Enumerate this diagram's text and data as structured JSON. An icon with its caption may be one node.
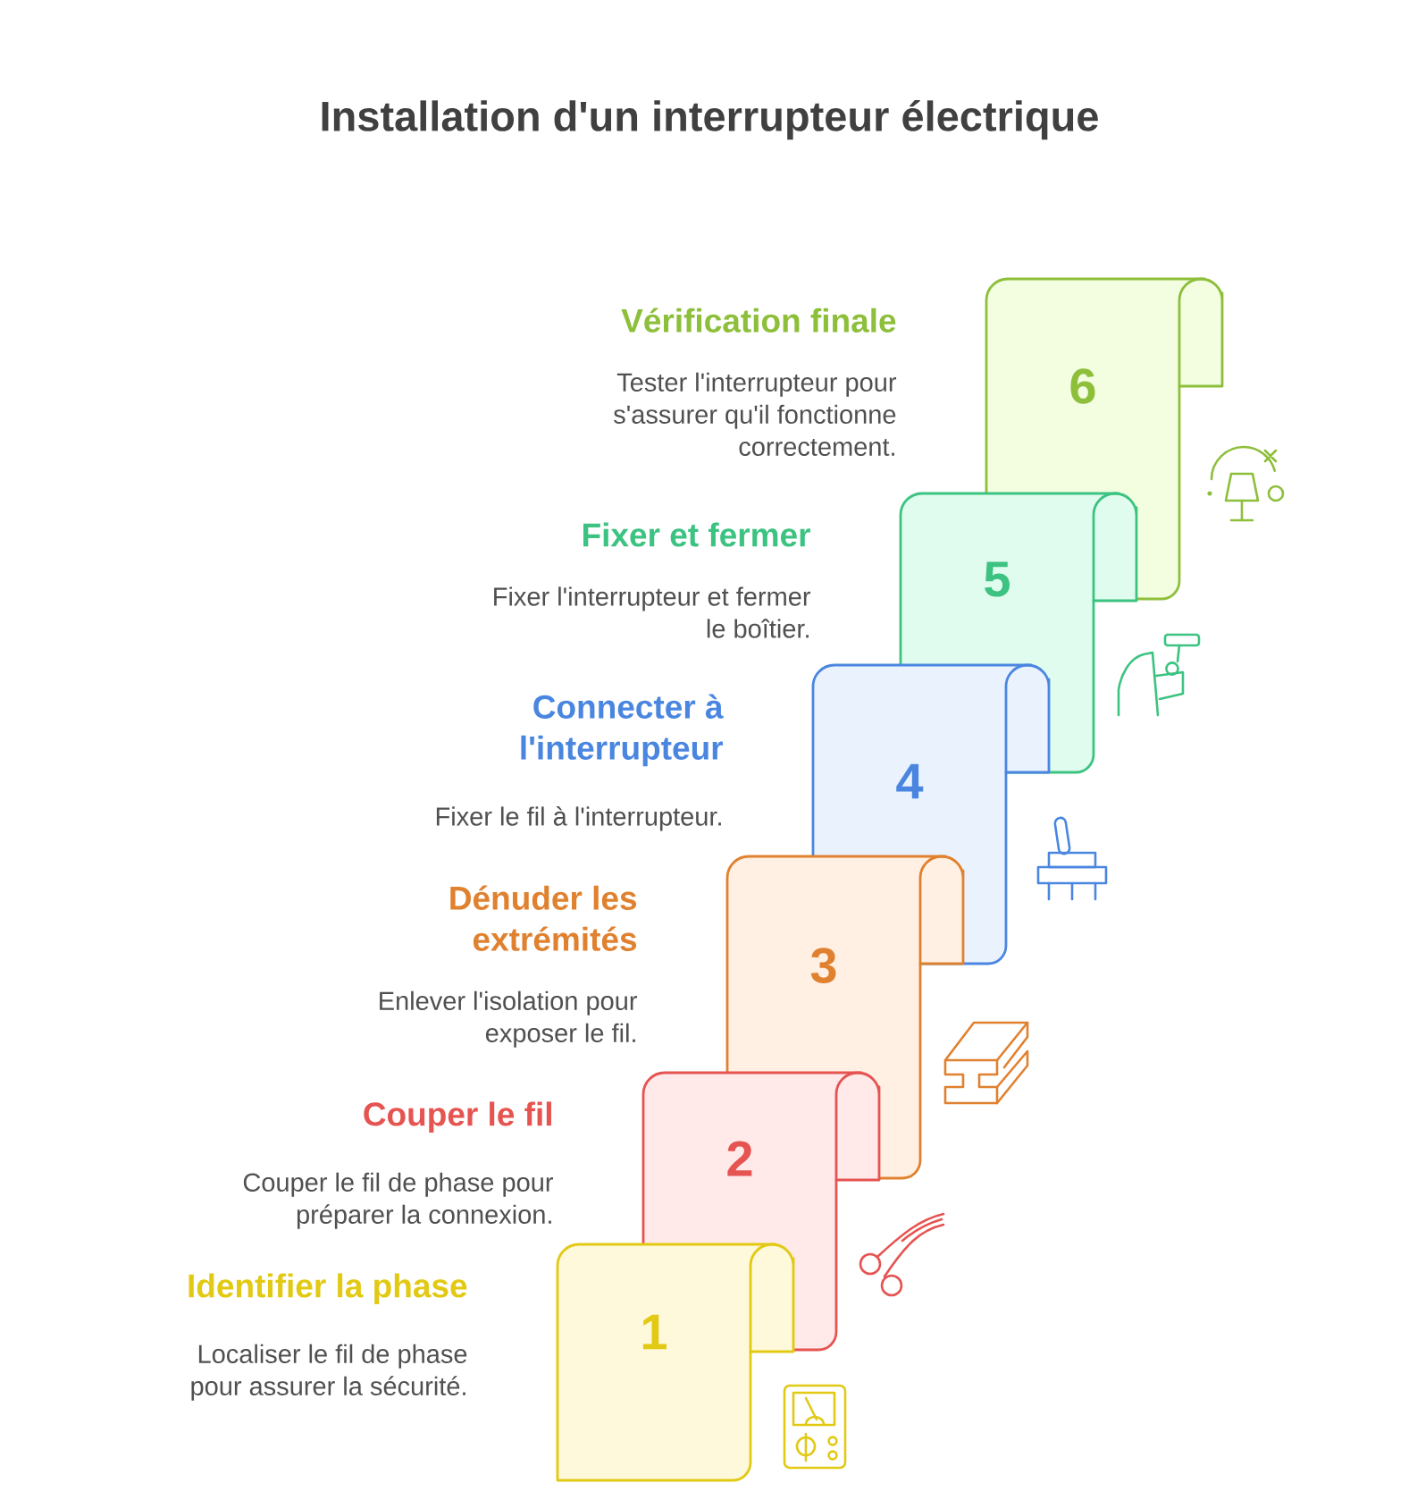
{
  "diagram": {
    "title": "Installation d'un interrupteur électrique",
    "nodes": [
      {
        "text": [
          "1"
        ],
        "beside": [
          "Identifier la phase",
          "Localiser le fil de phase pour assurer la sécurité."
        ]
      },
      {
        "text": [
          "2"
        ],
        "beside": [
          "Couper le fil"
        ]
      },
      {
        "text": [
          "3"
        ],
        "beside": [
          "Dénuder les extrémités",
          "Enlever l'isolation pour exposer le fil."
        ]
      },
      {
        "text": [
          "4"
        ],
        "beside": [
          "Connecter à l'interrupteur",
          "Fixer le fil à l'interrupteur."
        ]
      },
      {
        "text": [
          "5"
        ],
        "beside": [
          "Fixer et fermer",
          "Fixer l'interrupteur et fermer le boîtier."
        ]
      },
      {
        "text": [
          "6"
        ],
        "beside": [
          "Vérification finale",
          "Tester l'interrupteur pour s'assurer qu'il fonctionne correctement."
        ]
      }
    ],
    "labels": [
      "Couper le fil de phase pour préparer la connexion."
    ]
  }
}
